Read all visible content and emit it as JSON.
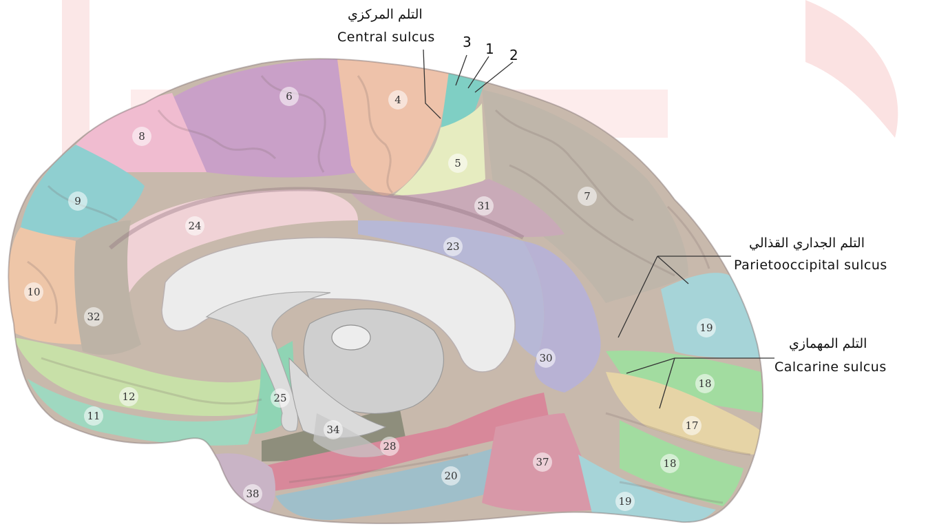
{
  "labels": {
    "central": {
      "ar": "التلم المركزي",
      "en": "Central sulcus"
    },
    "parieto": {
      "ar": "التلم الجداري القذالي",
      "en": "Parietooccipital sulcus"
    },
    "calcarine": {
      "ar": "التلم المهمازي",
      "en": "Calcarine sulcus"
    }
  },
  "top_markers": [
    "3",
    "1",
    "2"
  ],
  "areas": [
    "6",
    "4",
    "8",
    "5",
    "9",
    "31",
    "7",
    "24",
    "23",
    "10",
    "32",
    "19",
    "30",
    "18",
    "12",
    "25",
    "11",
    "17",
    "34",
    "28",
    "37",
    "18",
    "20",
    "38",
    "19"
  ],
  "colors": {
    "area6": "#c9a0c8",
    "area4": "#eec2aa",
    "area8": "#f0bcd0",
    "area9": "#8fcfd0",
    "area5": "#e6ecc0",
    "area7": "#bfb6aa",
    "area24": "#f0d2d6",
    "area23": "#b7b8d6",
    "area31": "#c9aab8",
    "area10": "#eec6a8",
    "area32": "#bdb3a6",
    "area12": "#c8e0a8",
    "area11": "#9fd8c0",
    "area25": "#8fd4b4",
    "area34": "#8e8e7c",
    "area28": "#d8889a",
    "area20": "#9fbfca",
    "area37": "#d898a8",
    "area38": "#c9b4c6",
    "area19": "#a6d4d8",
    "area18": "#a2dca0",
    "area17": "#e6d4a6",
    "area30": "#b8b2d4",
    "callosum": "#ececec",
    "watermark": "#fbe4e4"
  }
}
